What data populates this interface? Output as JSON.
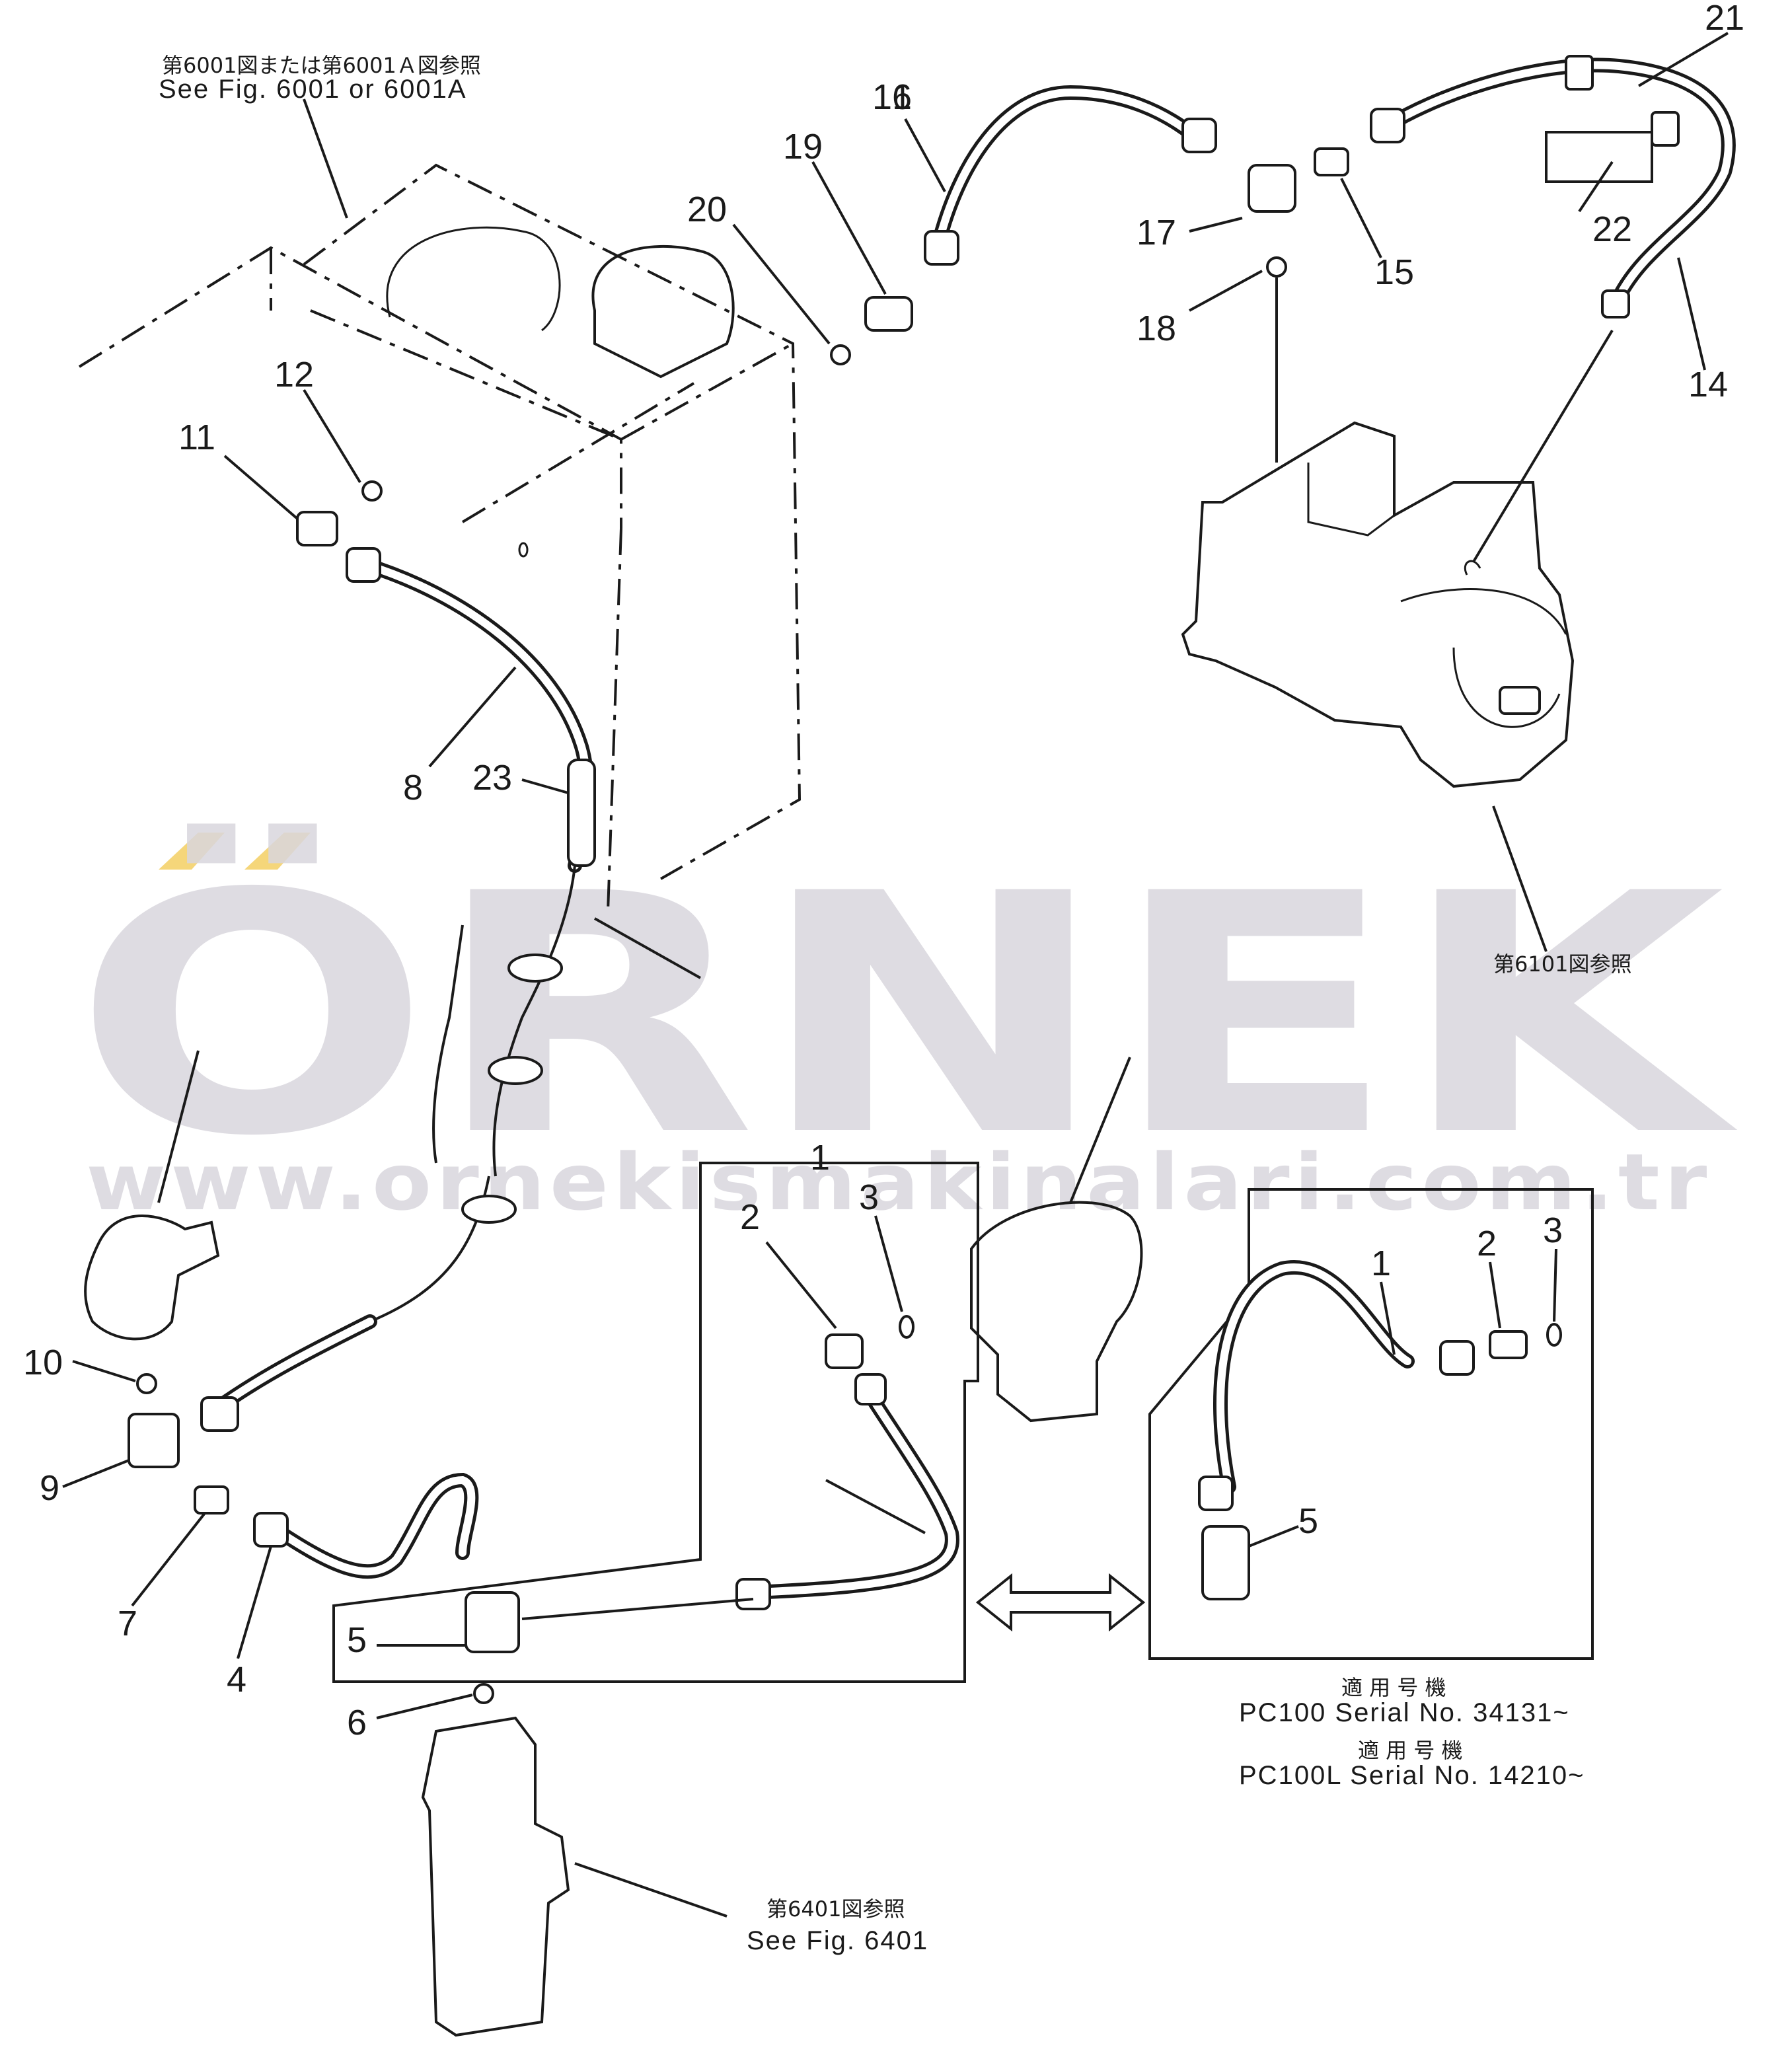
{
  "part_numbers": [
    "1",
    "2",
    "3",
    "4",
    "5",
    "6",
    "7",
    "8",
    "9",
    "10",
    "11",
    "12",
    "14",
    "15",
    "16",
    "17",
    "18",
    "19",
    "20",
    "21",
    "22",
    "23"
  ],
  "inset_part_numbers": [
    "1",
    "2",
    "3",
    "5"
  ],
  "references": {
    "tank_jp": "第6001図または第6001Ａ図参照",
    "tank_en": "See  Fig.  6001   or   6001A",
    "pump_jp": "第6101図参照",
    "valve_jp": "第6401図参照",
    "valve_en": "See Fig. 6401"
  },
  "serials": {
    "label1_jp": "適 用 号 機",
    "pc100": "PC100  Serial  No.  34131~",
    "label2_jp": "適 用 号 機",
    "pc100l": "PC100L  Serial  No.  14210~"
  },
  "watermark": {
    "brand": "ÖRNEK",
    "url": "www.ornekismakinalari.com.tr",
    "color": "#d9d7dd",
    "accent": "#f5d67a"
  }
}
